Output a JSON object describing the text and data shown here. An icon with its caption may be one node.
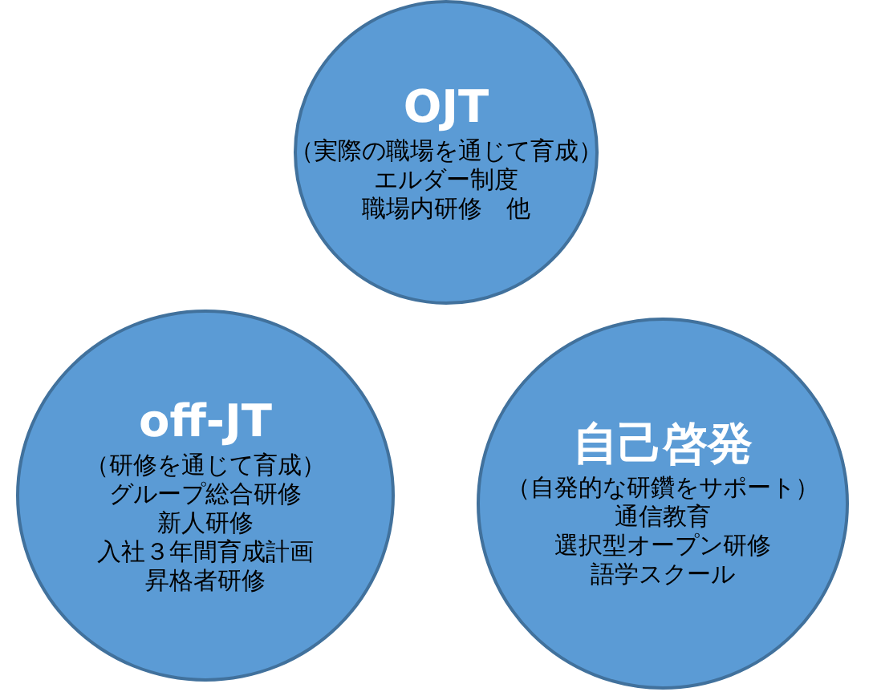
{
  "diagram": {
    "nodes": [
      {
        "text": [
          "OJT",
          "（実際の職場を通じて育成）",
          "エルダー制度",
          "職場内研修　他"
        ]
      },
      {
        "text": [
          "off-JT",
          "（研修を通じて育成）",
          "グループ総合研修",
          "新人研修",
          "入社３年間育成計画",
          "昇格者研修"
        ]
      },
      {
        "text": [
          "自己啓発",
          "（自発的な研鑽をサポート）",
          "通信教育",
          "選択型オープン研修",
          "語学スクール"
        ]
      }
    ]
  }
}
